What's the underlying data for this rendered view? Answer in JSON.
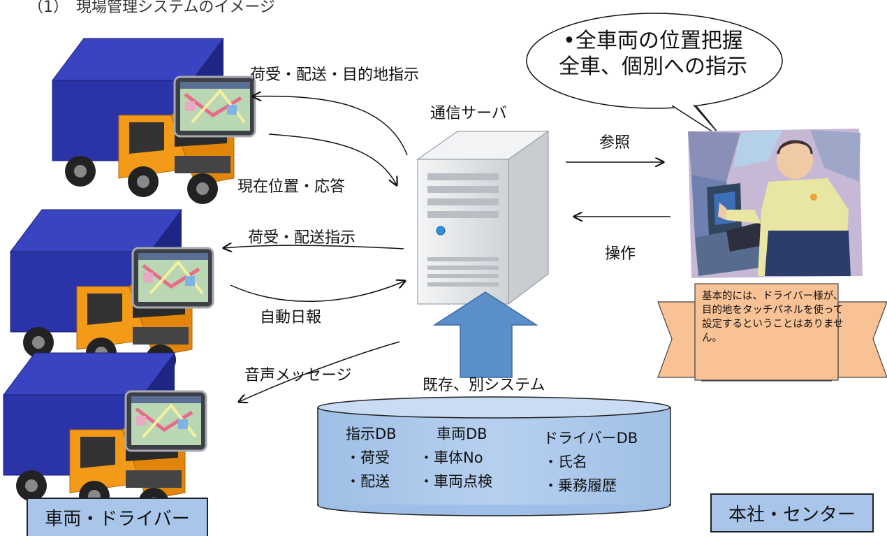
{
  "header_fragment": "（1）　現場管理システムのイメージ",
  "vehicles": {
    "labels": [
      "荷受・配送・目的地指示",
      "現在位置・応答",
      "荷受・配送指示",
      "自動日報",
      "音声メッセージ"
    ],
    "caption": "車両・ドライバー"
  },
  "server": {
    "label": "通信サーバ"
  },
  "center": {
    "refer_label": "参照",
    "operate_label": "操作",
    "caption": "本社・センター",
    "bubble_lines": [
      "•全車両の位置把握",
      "全車、個別への指示"
    ],
    "note": "基本的には、ドライバー様が、目的地をタッチパネルを使って設定するということはありません。"
  },
  "existing": {
    "label": "既存、別システム",
    "databases": [
      {
        "title": "指示DB",
        "items": [
          "・荷受",
          "・配送"
        ]
      },
      {
        "title": "車両DB",
        "items": [
          "・車体No",
          "・車両点検"
        ]
      },
      {
        "title": "ドライバーDB",
        "items": [
          "・氏名",
          "・乗務履歴"
        ]
      }
    ]
  },
  "colors": {
    "truck_cargo": "#2b33a8",
    "truck_cab": "#f39a18",
    "server_body": "#e6e8ea",
    "big_arrow": "#5b8fc9",
    "db_fill": "#a9c6ea",
    "caption_fill": "#a9c6ea",
    "note_fill": "#f9c294"
  }
}
